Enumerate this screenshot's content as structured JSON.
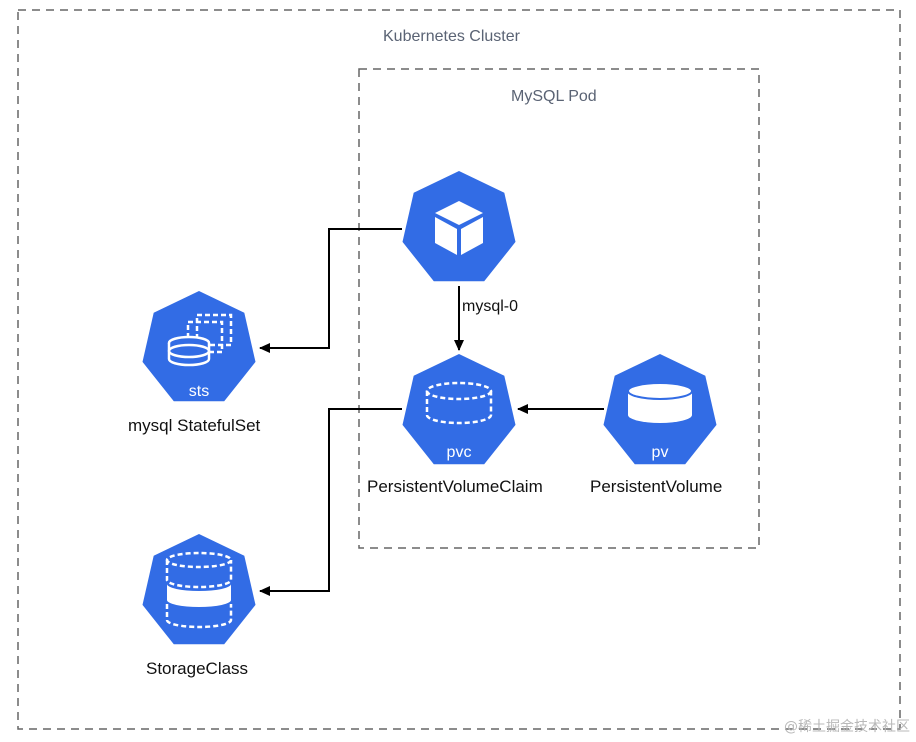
{
  "cluster": {
    "title": "Kubernetes Cluster"
  },
  "pod": {
    "title": "MySQL Pod"
  },
  "nodes": {
    "pod_icon": {
      "label": ""
    },
    "statefulset": {
      "badge": "sts",
      "label": "mysql StatefulSet"
    },
    "pvc": {
      "badge": "pvc",
      "label": "PersistentVolumeClaim"
    },
    "pv": {
      "badge": "pv",
      "label": "PersistentVolume"
    },
    "storageclass": {
      "label": "StorageClass"
    }
  },
  "edges": {
    "pod_to_pvc": {
      "label": "mysql-0"
    }
  },
  "colors": {
    "node_fill": "#326ce5",
    "border": "#666666",
    "line": "#000000"
  },
  "watermark": "@稀土掘金技术社区"
}
